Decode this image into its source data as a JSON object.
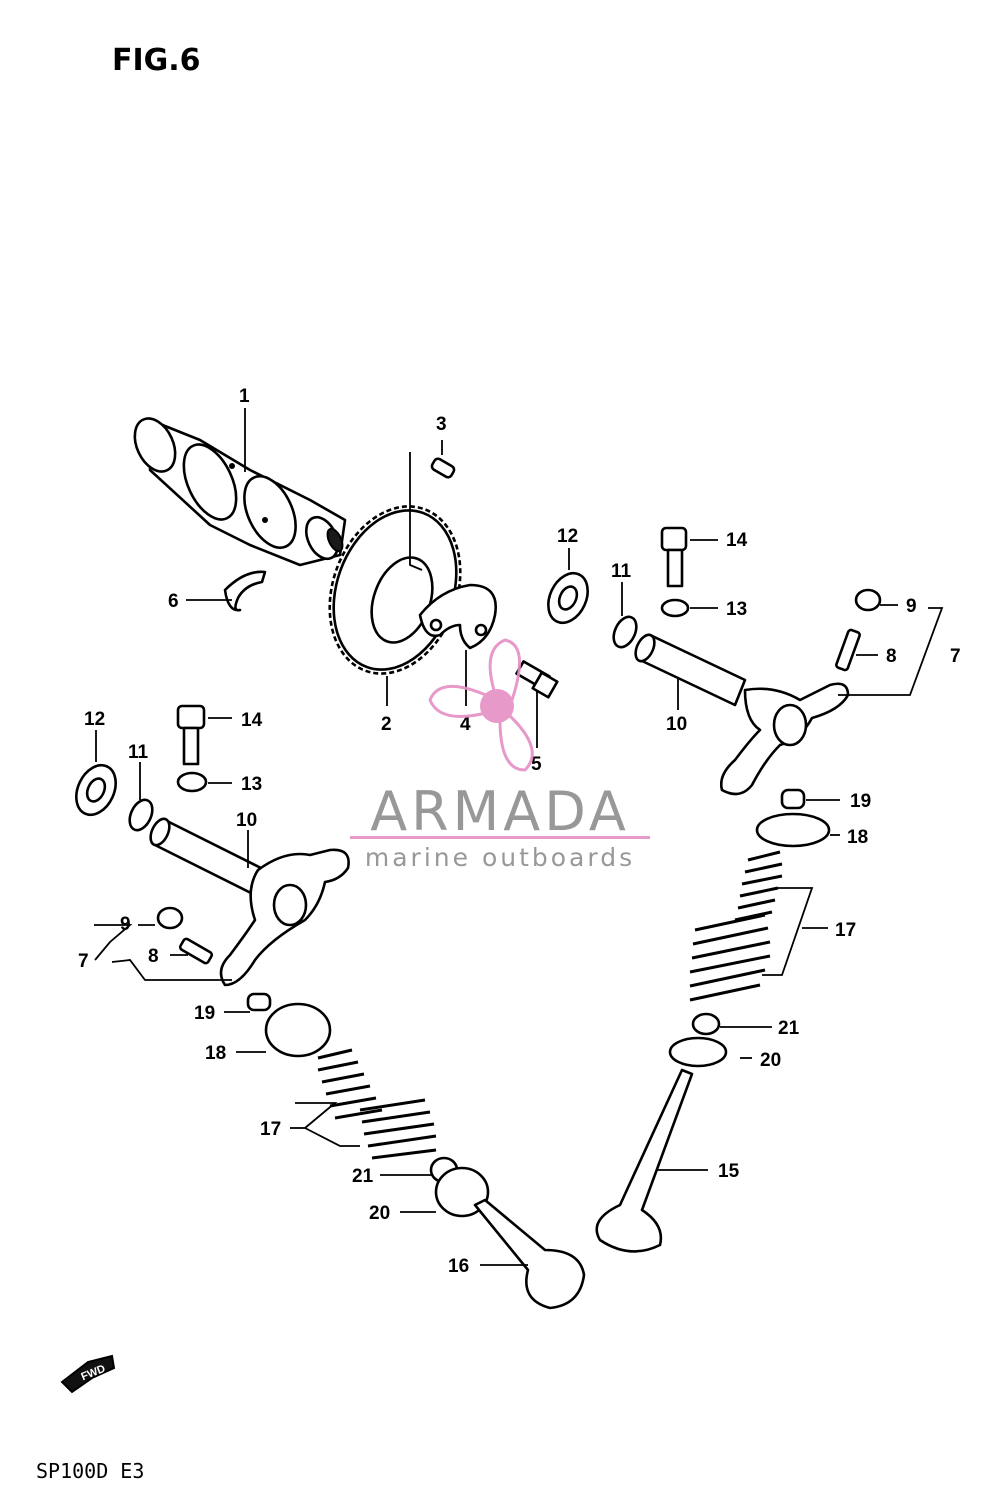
{
  "figure": {
    "title": "FIG.6",
    "footer": "SP100D E3",
    "fwd_label": "FWD"
  },
  "watermark": {
    "brand": "ARMADA",
    "tagline": "marine outboards",
    "accent_color": "#e58fc4",
    "text_color": "#8d8d8d"
  },
  "callouts": [
    {
      "id": "c1",
      "label": "1"
    },
    {
      "id": "c2",
      "label": "2"
    },
    {
      "id": "c3",
      "label": "3"
    },
    {
      "id": "c4",
      "label": "4"
    },
    {
      "id": "c5",
      "label": "5"
    },
    {
      "id": "c6",
      "label": "6"
    },
    {
      "id": "c7a",
      "label": "7"
    },
    {
      "id": "c7b",
      "label": "7"
    },
    {
      "id": "c8a",
      "label": "8"
    },
    {
      "id": "c8b",
      "label": "8"
    },
    {
      "id": "c9a",
      "label": "9"
    },
    {
      "id": "c9b",
      "label": "9"
    },
    {
      "id": "c10a",
      "label": "10"
    },
    {
      "id": "c10b",
      "label": "10"
    },
    {
      "id": "c11a",
      "label": "11"
    },
    {
      "id": "c11b",
      "label": "11"
    },
    {
      "id": "c12a",
      "label": "12"
    },
    {
      "id": "c12b",
      "label": "12"
    },
    {
      "id": "c13a",
      "label": "13"
    },
    {
      "id": "c13b",
      "label": "13"
    },
    {
      "id": "c14a",
      "label": "14"
    },
    {
      "id": "c14b",
      "label": "14"
    },
    {
      "id": "c15",
      "label": "15"
    },
    {
      "id": "c16",
      "label": "16"
    },
    {
      "id": "c17a",
      "label": "17"
    },
    {
      "id": "c17b",
      "label": "17"
    },
    {
      "id": "c18a",
      "label": "18"
    },
    {
      "id": "c18b",
      "label": "18"
    },
    {
      "id": "c19a",
      "label": "19"
    },
    {
      "id": "c19b",
      "label": "19"
    },
    {
      "id": "c20a",
      "label": "20"
    },
    {
      "id": "c20b",
      "label": "20"
    },
    {
      "id": "c21a",
      "label": "21"
    },
    {
      "id": "c21b",
      "label": "21"
    }
  ]
}
